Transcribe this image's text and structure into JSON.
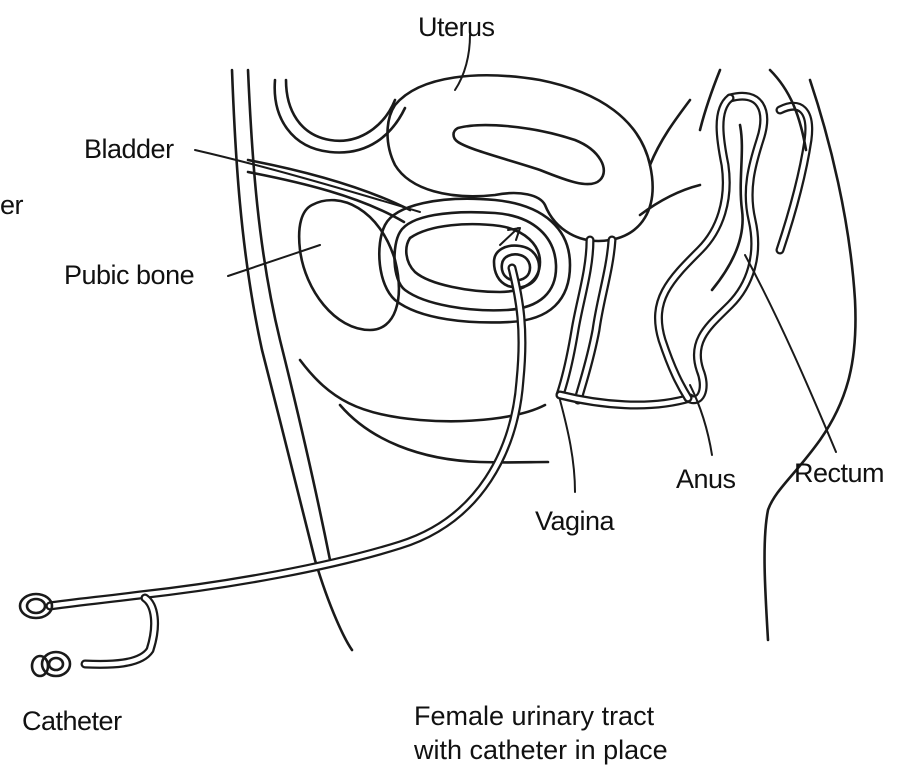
{
  "labels": {
    "uterus": "Uterus",
    "bladder": "Bladder",
    "pubic_bone": "Pubic bone",
    "vagina": "Vagina",
    "anus": "Anus",
    "rectum": "Rectum",
    "catheter": "Catheter",
    "edge_fragment": "er"
  },
  "caption": {
    "line1": "Female urinary tract",
    "line2": "with catheter in place"
  },
  "colors": {
    "ink": "#1a1a1a",
    "background": "#ffffff"
  }
}
